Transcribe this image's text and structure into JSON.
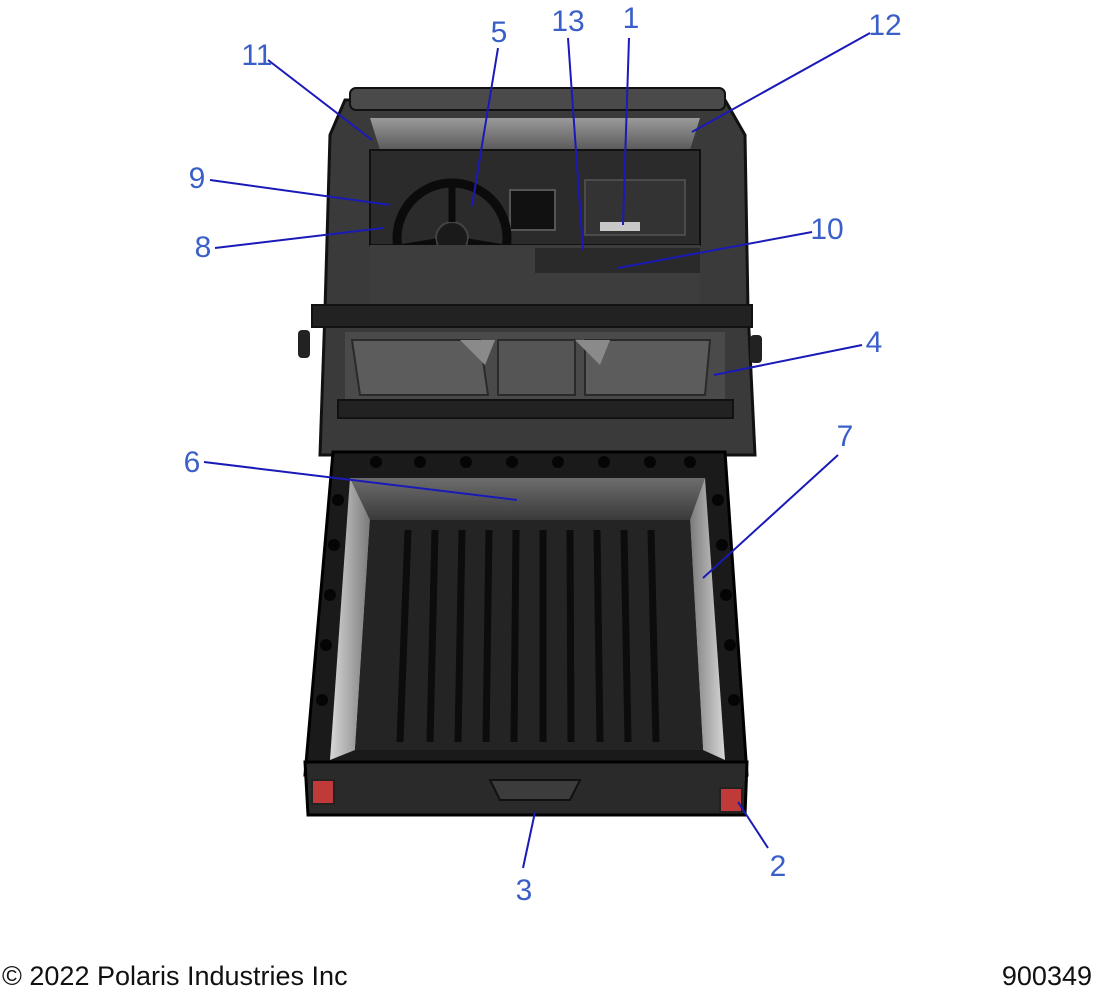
{
  "callouts": [
    {
      "id": "1",
      "label": "1"
    },
    {
      "id": "2",
      "label": "2"
    },
    {
      "id": "3",
      "label": "3"
    },
    {
      "id": "4",
      "label": "4"
    },
    {
      "id": "5",
      "label": "5"
    },
    {
      "id": "6",
      "label": "6"
    },
    {
      "id": "7",
      "label": "7"
    },
    {
      "id": "8",
      "label": "8"
    },
    {
      "id": "9",
      "label": "9"
    },
    {
      "id": "10",
      "label": "10"
    },
    {
      "id": "11",
      "label": "11"
    },
    {
      "id": "12",
      "label": "12"
    },
    {
      "id": "13",
      "label": "13"
    }
  ],
  "footer": {
    "copyright": "© 2022 Polaris Industries Inc",
    "diagram_id": "900349"
  },
  "colors": {
    "callout_text": "#3b5fc8",
    "leader_line": "#1a1ab8",
    "vehicle_body": "#2a2a2a",
    "cargo_bed": "#1c1c1c"
  }
}
